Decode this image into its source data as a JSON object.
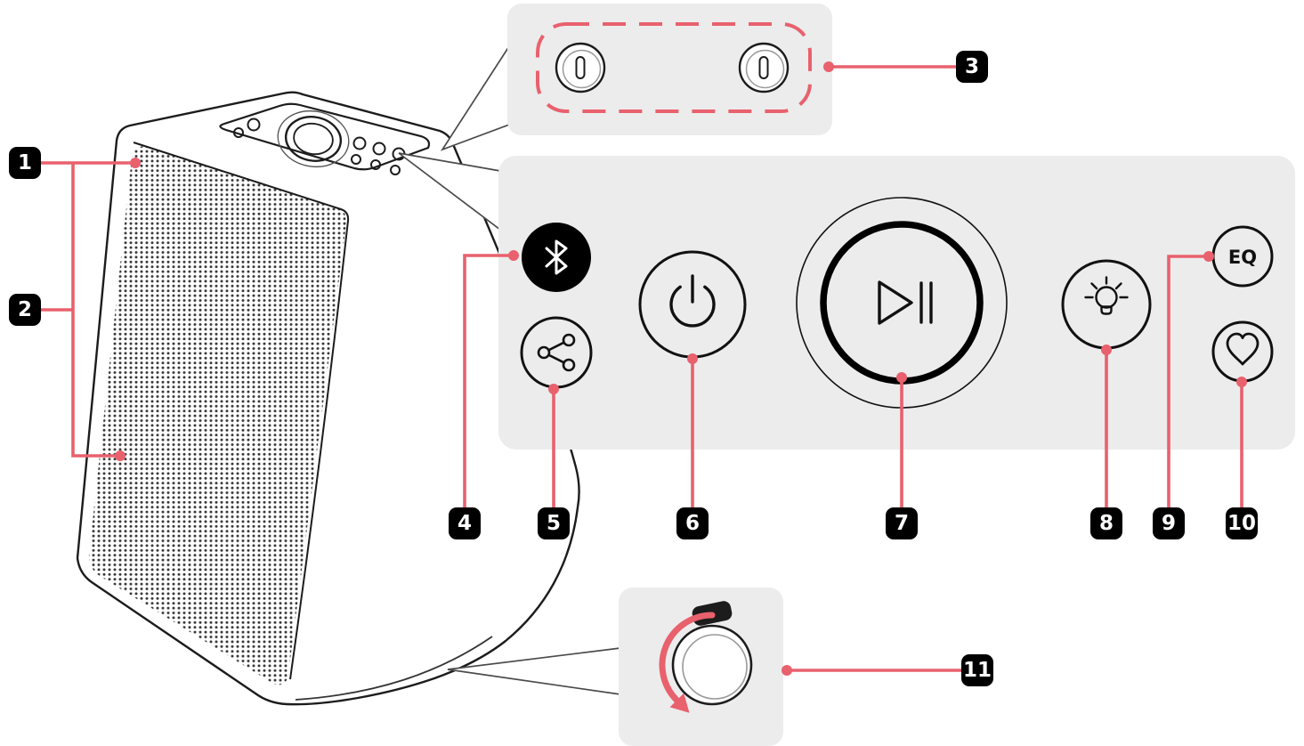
{
  "diagram": {
    "callouts": [
      {
        "num": "1",
        "part": "speaker-grille-edge"
      },
      {
        "num": "2",
        "part": "speaker-grille"
      },
      {
        "num": "3",
        "part": "top-panel-knobs"
      },
      {
        "num": "4",
        "part": "bluetooth-button"
      },
      {
        "num": "5",
        "part": "link-button"
      },
      {
        "num": "6",
        "part": "power-button"
      },
      {
        "num": "7",
        "part": "play-pause-button"
      },
      {
        "num": "8",
        "part": "light-button"
      },
      {
        "num": "9",
        "part": "eq-button"
      },
      {
        "num": "10",
        "part": "favorite-button"
      },
      {
        "num": "11",
        "part": "bottom-cap"
      }
    ],
    "buttons": {
      "eq_label": "EQ",
      "icons": [
        "bluetooth-icon",
        "link-icon",
        "power-icon",
        "play-pause-icon",
        "light-icon",
        "heart-icon",
        "knob-icon",
        "cap-rotate-arrow-icon"
      ]
    },
    "colors": {
      "accent": "#E8616D",
      "panel_bg": "#ECECEC",
      "label_bg": "#000000",
      "label_text": "#FFFFFF",
      "line_art": "#1C1C1C",
      "button_fill": "#000000"
    }
  }
}
